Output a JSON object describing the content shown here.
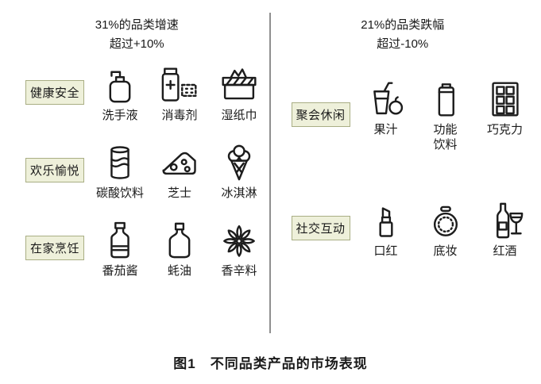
{
  "left": {
    "header": "31%的品类增速\n超过+10%",
    "groups": [
      {
        "label": "健康安全",
        "items": [
          {
            "name": "洗手液",
            "icon": "hand-sanitizer-icon"
          },
          {
            "name": "消毒剂",
            "icon": "disinfectant-icon"
          },
          {
            "name": "湿纸巾",
            "icon": "wet-wipes-icon"
          }
        ]
      },
      {
        "label": "欢乐愉悦",
        "items": [
          {
            "name": "碳酸饮料",
            "icon": "soda-can-icon"
          },
          {
            "name": "芝士",
            "icon": "cheese-icon"
          },
          {
            "name": "冰淇淋",
            "icon": "ice-cream-icon"
          }
        ]
      },
      {
        "label": "在家烹饪",
        "items": [
          {
            "name": "番茄酱",
            "icon": "ketchup-icon"
          },
          {
            "name": "蚝油",
            "icon": "oyster-sauce-icon"
          },
          {
            "name": "香辛料",
            "icon": "star-anise-icon"
          }
        ]
      }
    ]
  },
  "right": {
    "header": "21%的品类跌幅\n超过-10%",
    "groups": [
      {
        "label": "聚会休闲",
        "items": [
          {
            "name": "果汁",
            "icon": "juice-icon"
          },
          {
            "name": "功能\n饮料",
            "icon": "energy-drink-icon"
          },
          {
            "name": "巧克力",
            "icon": "chocolate-icon"
          }
        ]
      },
      {
        "label": "社交互动",
        "items": [
          {
            "name": "口红",
            "icon": "lipstick-icon"
          },
          {
            "name": "底妆",
            "icon": "makeup-compact-icon"
          },
          {
            "name": "红酒",
            "icon": "red-wine-icon"
          }
        ]
      }
    ]
  },
  "caption": "图1　不同品类产品的市场表现",
  "colors": {
    "label_bg": "#eef0da",
    "label_border": "#a9ae84",
    "divider": "#8f8f8f",
    "icon": "#1d1d1d"
  }
}
